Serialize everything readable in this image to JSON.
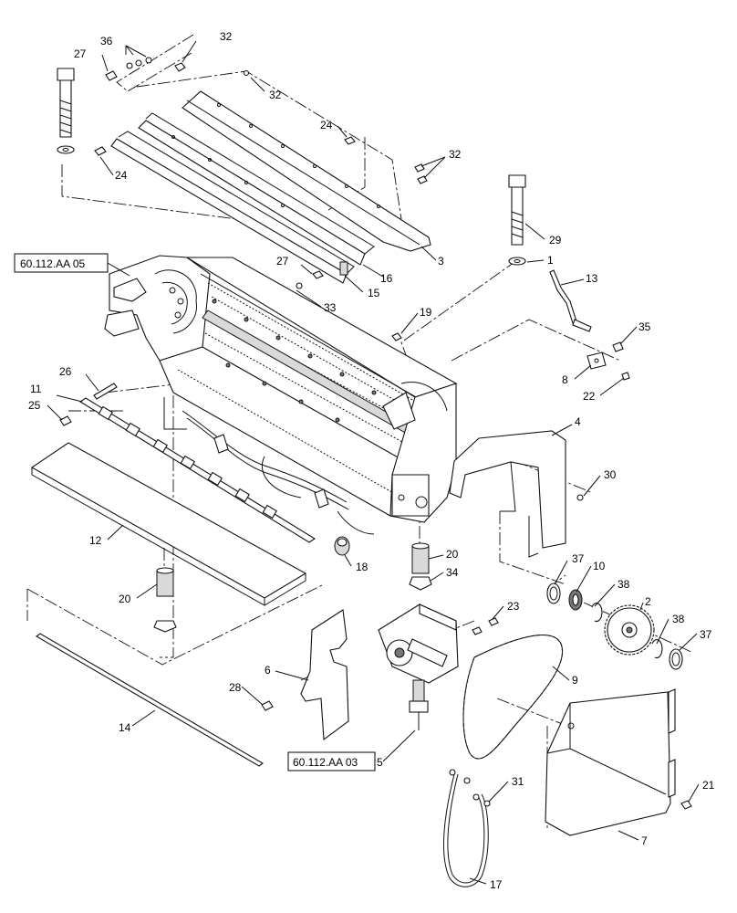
{
  "diagram": {
    "callouts": [
      {
        "id": "c36",
        "text": "36"
      },
      {
        "id": "c27a",
        "text": "27"
      },
      {
        "id": "c32a",
        "text": "32"
      },
      {
        "id": "c32b",
        "text": "32"
      },
      {
        "id": "c24a",
        "text": "24"
      },
      {
        "id": "c24b",
        "text": "24"
      },
      {
        "id": "c32c",
        "text": "32"
      },
      {
        "id": "c29",
        "text": "29"
      },
      {
        "id": "c1",
        "text": "1"
      },
      {
        "id": "c27b",
        "text": "27"
      },
      {
        "id": "c16",
        "text": "16"
      },
      {
        "id": "c3",
        "text": "3"
      },
      {
        "id": "c15",
        "text": "15"
      },
      {
        "id": "c13",
        "text": "13"
      },
      {
        "id": "c33",
        "text": "33"
      },
      {
        "id": "c19",
        "text": "19"
      },
      {
        "id": "c35",
        "text": "35"
      },
      {
        "id": "c8",
        "text": "8"
      },
      {
        "id": "c22",
        "text": "22"
      },
      {
        "id": "c26",
        "text": "26"
      },
      {
        "id": "c11",
        "text": "11"
      },
      {
        "id": "c25",
        "text": "25"
      },
      {
        "id": "c4",
        "text": "4"
      },
      {
        "id": "c30",
        "text": "30"
      },
      {
        "id": "c12",
        "text": "12"
      },
      {
        "id": "c18",
        "text": "18"
      },
      {
        "id": "c20a",
        "text": "20"
      },
      {
        "id": "c34",
        "text": "34"
      },
      {
        "id": "c37a",
        "text": "37"
      },
      {
        "id": "c10",
        "text": "10"
      },
      {
        "id": "c38a",
        "text": "38"
      },
      {
        "id": "c2",
        "text": "2"
      },
      {
        "id": "c38b",
        "text": "38"
      },
      {
        "id": "c37b",
        "text": "37"
      },
      {
        "id": "c20b",
        "text": "20"
      },
      {
        "id": "c23",
        "text": "23"
      },
      {
        "id": "c6",
        "text": "6"
      },
      {
        "id": "c9",
        "text": "9"
      },
      {
        "id": "c28",
        "text": "28"
      },
      {
        "id": "c14",
        "text": "14"
      },
      {
        "id": "c5",
        "text": "5"
      },
      {
        "id": "c31",
        "text": "31"
      },
      {
        "id": "c21",
        "text": "21"
      },
      {
        "id": "c7",
        "text": "7"
      },
      {
        "id": "c17",
        "text": "17"
      }
    ],
    "references": [
      {
        "id": "r1",
        "text": "60.112.AA 05"
      },
      {
        "id": "r2",
        "text": "60.112.AA 03"
      }
    ]
  }
}
